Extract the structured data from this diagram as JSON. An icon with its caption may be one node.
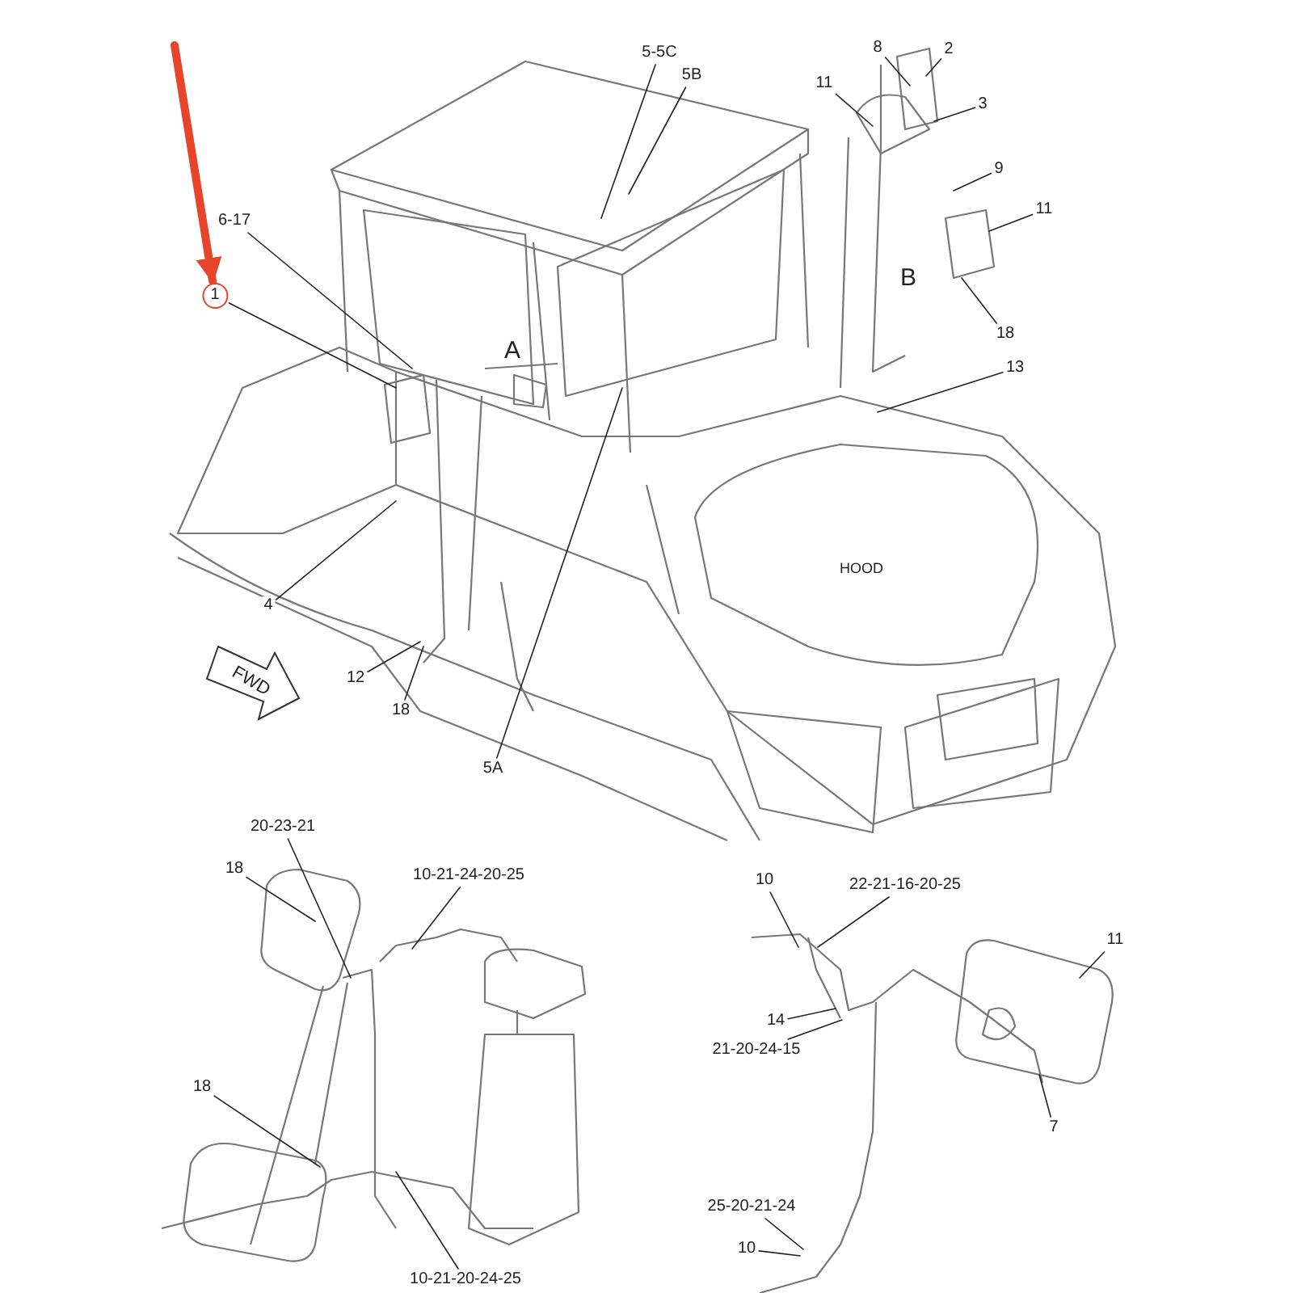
{
  "diagram": {
    "nodes": [
      {
        "text": [
          "1"
        ]
      },
      {
        "text": [
          "6-17"
        ]
      },
      {
        "text": [
          "5-5C"
        ]
      },
      {
        "text": [
          "5B"
        ]
      },
      {
        "text": [
          "8"
        ]
      },
      {
        "text": [
          "2"
        ]
      },
      {
        "text": [
          "11"
        ]
      },
      {
        "text": [
          "3"
        ]
      },
      {
        "text": [
          "9"
        ]
      },
      {
        "text": [
          "11"
        ]
      },
      {
        "text": [
          "18"
        ]
      },
      {
        "text": [
          "13"
        ]
      },
      {
        "text": [
          "4"
        ]
      },
      {
        "text": [
          "12"
        ]
      },
      {
        "text": [
          "18"
        ]
      },
      {
        "text": [
          "5A"
        ]
      },
      {
        "text": [
          "20-23-21"
        ]
      },
      {
        "text": [
          "18"
        ]
      },
      {
        "text": [
          "10-21-24-20-25"
        ]
      },
      {
        "text": [
          "18"
        ]
      },
      {
        "text": [
          "10-21-20-24-25"
        ]
      },
      {
        "text": [
          "10"
        ]
      },
      {
        "text": [
          "22-21-16-20-25"
        ]
      },
      {
        "text": [
          "11"
        ]
      },
      {
        "text": [
          "14"
        ]
      },
      {
        "text": [
          "21-20-24-15"
        ]
      },
      {
        "text": [
          "7"
        ]
      },
      {
        "text": [
          "25-20-21-24"
        ]
      },
      {
        "text": [
          "10"
        ]
      }
    ],
    "edges": [
      {
        "from": 0,
        "to": null,
        "arrow": "none"
      },
      {
        "from": 1,
        "to": null,
        "arrow": "none"
      },
      {
        "from": 2,
        "to": null,
        "arrow": "none"
      },
      {
        "from": 3,
        "to": null,
        "arrow": "none"
      },
      {
        "from": 4,
        "to": null,
        "arrow": "none"
      },
      {
        "from": 5,
        "to": null,
        "arrow": "none"
      },
      {
        "from": 6,
        "to": null,
        "arrow": "none"
      },
      {
        "from": 7,
        "to": null,
        "arrow": "none"
      },
      {
        "from": 8,
        "to": null,
        "arrow": "none"
      },
      {
        "from": 9,
        "to": null,
        "arrow": "none"
      },
      {
        "from": 10,
        "to": null,
        "arrow": "none"
      },
      {
        "from": 11,
        "to": null,
        "arrow": "none"
      },
      {
        "from": 12,
        "to": null,
        "arrow": "none"
      },
      {
        "from": 13,
        "to": null,
        "arrow": "none"
      },
      {
        "from": 14,
        "to": null,
        "arrow": "none"
      },
      {
        "from": 15,
        "to": null,
        "arrow": "none"
      },
      {
        "from": 16,
        "to": null,
        "arrow": "none"
      },
      {
        "from": 17,
        "to": null,
        "arrow": "none"
      },
      {
        "from": 18,
        "to": null,
        "arrow": "none"
      },
      {
        "from": 19,
        "to": null,
        "arrow": "none"
      },
      {
        "from": 20,
        "to": null,
        "arrow": "none"
      },
      {
        "from": 21,
        "to": null,
        "arrow": "none"
      },
      {
        "from": 22,
        "to": null,
        "arrow": "none"
      },
      {
        "from": 23,
        "to": null,
        "arrow": "none"
      },
      {
        "from": 24,
        "to": null,
        "arrow": "none"
      },
      {
        "from": 25,
        "to": null,
        "arrow": "none"
      },
      {
        "from": 26,
        "to": null,
        "arrow": "none"
      },
      {
        "from": 27,
        "to": null,
        "arrow": "none"
      },
      {
        "from": 28,
        "to": null,
        "arrow": "none"
      },
      {
        "from": null,
        "to": 0,
        "arrow": "to",
        "style": "thick",
        "color": "#e8442c"
      }
    ],
    "labels": [
      "A",
      "B",
      "HOOD",
      "FWD"
    ]
  }
}
